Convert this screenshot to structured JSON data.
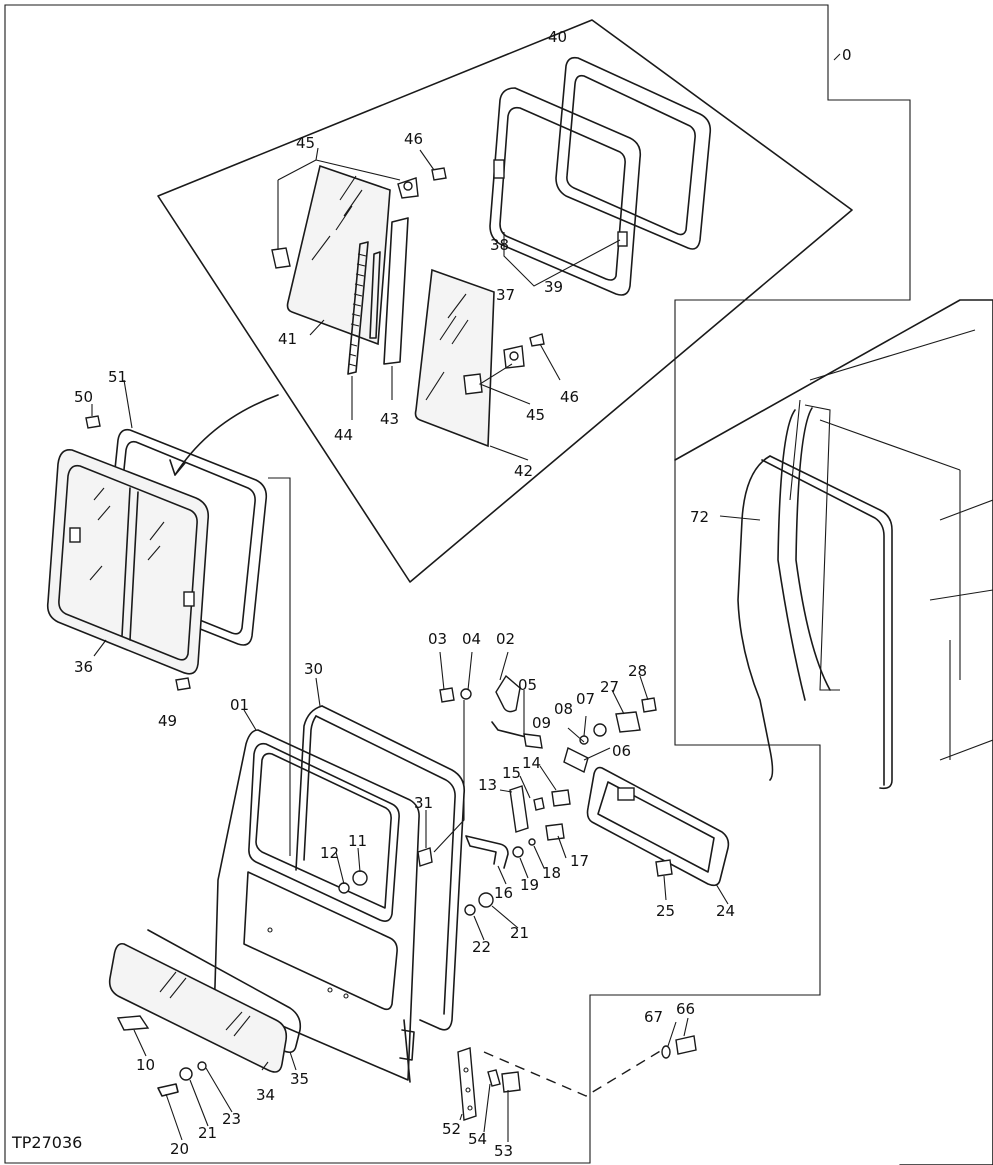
{
  "figure_id": "TP27036",
  "callouts": [
    {
      "id": "c0",
      "text": "0"
    },
    {
      "id": "c40",
      "text": "40"
    },
    {
      "id": "c45a",
      "text": "45"
    },
    {
      "id": "c46a",
      "text": "46"
    },
    {
      "id": "c38",
      "text": "38"
    },
    {
      "id": "c37",
      "text": "37"
    },
    {
      "id": "c39",
      "text": "39"
    },
    {
      "id": "c41",
      "text": "41"
    },
    {
      "id": "c44",
      "text": "44"
    },
    {
      "id": "c43",
      "text": "43"
    },
    {
      "id": "c46b",
      "text": "46"
    },
    {
      "id": "c45b",
      "text": "45"
    },
    {
      "id": "c42",
      "text": "42"
    },
    {
      "id": "c50",
      "text": "50"
    },
    {
      "id": "c51",
      "text": "51"
    },
    {
      "id": "c36",
      "text": "36"
    },
    {
      "id": "c49",
      "text": "49"
    },
    {
      "id": "c72",
      "text": "72"
    },
    {
      "id": "c03",
      "text": "03"
    },
    {
      "id": "c04",
      "text": "04"
    },
    {
      "id": "c02",
      "text": "02"
    },
    {
      "id": "c05",
      "text": "05"
    },
    {
      "id": "c28",
      "text": "28"
    },
    {
      "id": "c27",
      "text": "27"
    },
    {
      "id": "c08",
      "text": "08"
    },
    {
      "id": "c07",
      "text": "07"
    },
    {
      "id": "c09",
      "text": "09"
    },
    {
      "id": "c06",
      "text": "06"
    },
    {
      "id": "c30",
      "text": "30"
    },
    {
      "id": "c01",
      "text": "01"
    },
    {
      "id": "c15",
      "text": "15"
    },
    {
      "id": "c14",
      "text": "14"
    },
    {
      "id": "c13",
      "text": "13"
    },
    {
      "id": "c31",
      "text": "31"
    },
    {
      "id": "c11",
      "text": "11"
    },
    {
      "id": "c12",
      "text": "12"
    },
    {
      "id": "c17",
      "text": "17"
    },
    {
      "id": "c18",
      "text": "18"
    },
    {
      "id": "c19",
      "text": "19"
    },
    {
      "id": "c16",
      "text": "16"
    },
    {
      "id": "c25",
      "text": "25"
    },
    {
      "id": "c24",
      "text": "24"
    },
    {
      "id": "c22",
      "text": "22"
    },
    {
      "id": "c21a",
      "text": "21"
    },
    {
      "id": "c67",
      "text": "67"
    },
    {
      "id": "c66",
      "text": "66"
    },
    {
      "id": "c10",
      "text": "10"
    },
    {
      "id": "c34",
      "text": "34"
    },
    {
      "id": "c35",
      "text": "35"
    },
    {
      "id": "c23",
      "text": "23"
    },
    {
      "id": "c21b",
      "text": "21"
    },
    {
      "id": "c20",
      "text": "20"
    },
    {
      "id": "c52",
      "text": "52"
    },
    {
      "id": "c54",
      "text": "54"
    },
    {
      "id": "c53",
      "text": "53"
    }
  ]
}
